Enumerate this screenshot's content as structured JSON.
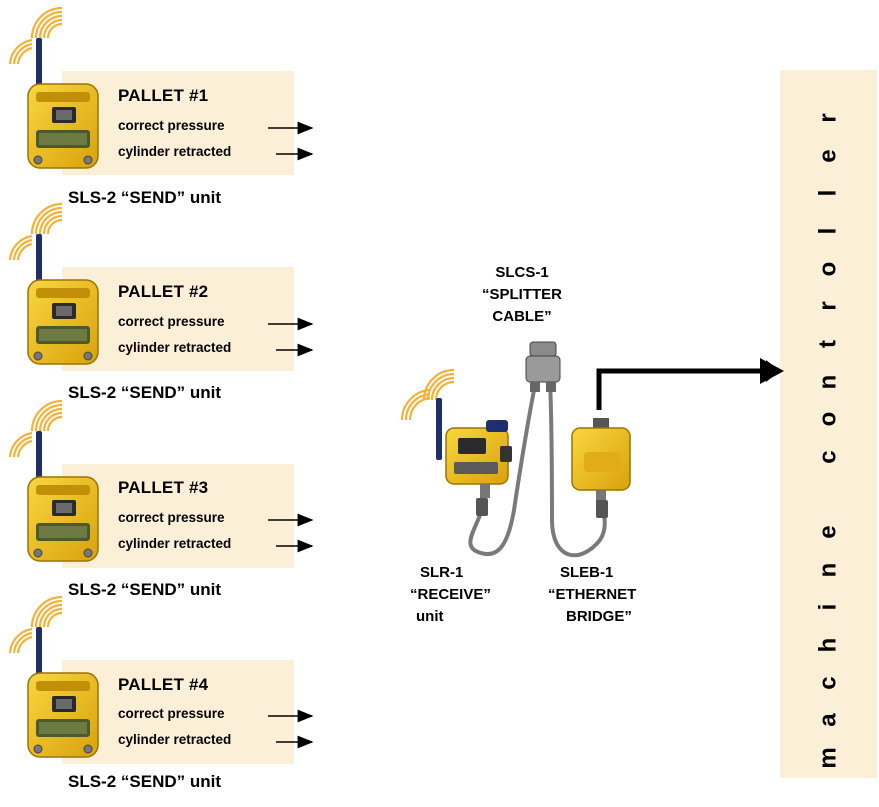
{
  "pallets": [
    {
      "title": "PALLET #1",
      "line1": "correct pressure",
      "line2": "cylinder retracted",
      "unit": "SLS-2 “SEND” unit"
    },
    {
      "title": "PALLET #2",
      "line1": "correct pressure",
      "line2": "cylinder retracted",
      "unit": "SLS-2 “SEND” unit"
    },
    {
      "title": "PALLET #3",
      "line1": "correct pressure",
      "line2": "cylinder retracted",
      "unit": "SLS-2 “SEND” unit"
    },
    {
      "title": "PALLET #4",
      "line1": "correct pressure",
      "line2": "cylinder retracted",
      "unit": "SLS-2 “SEND” unit"
    }
  ],
  "splitter": {
    "line1": "SLCS-1",
    "line2": "“SPLITTER",
    "line3": "CABLE”"
  },
  "receiver": {
    "line1": "SLR-1",
    "line2": "“RECEIVE”",
    "line3": "unit"
  },
  "bridge": {
    "line1": "SLEB-1",
    "line2": "“ETHERNET",
    "line3": "BRIDGE”"
  },
  "controller": {
    "text": "machine controller"
  },
  "colors": {
    "panel": "#fcefd8",
    "device_yellow": "#f2c21a",
    "antenna_blue": "#1f2f6e",
    "signal_orange": "#f3b23a"
  },
  "icons": {
    "device": "wireless-node-icon",
    "signal": "radio-waves-icon",
    "arrow": "arrow-right-icon"
  }
}
